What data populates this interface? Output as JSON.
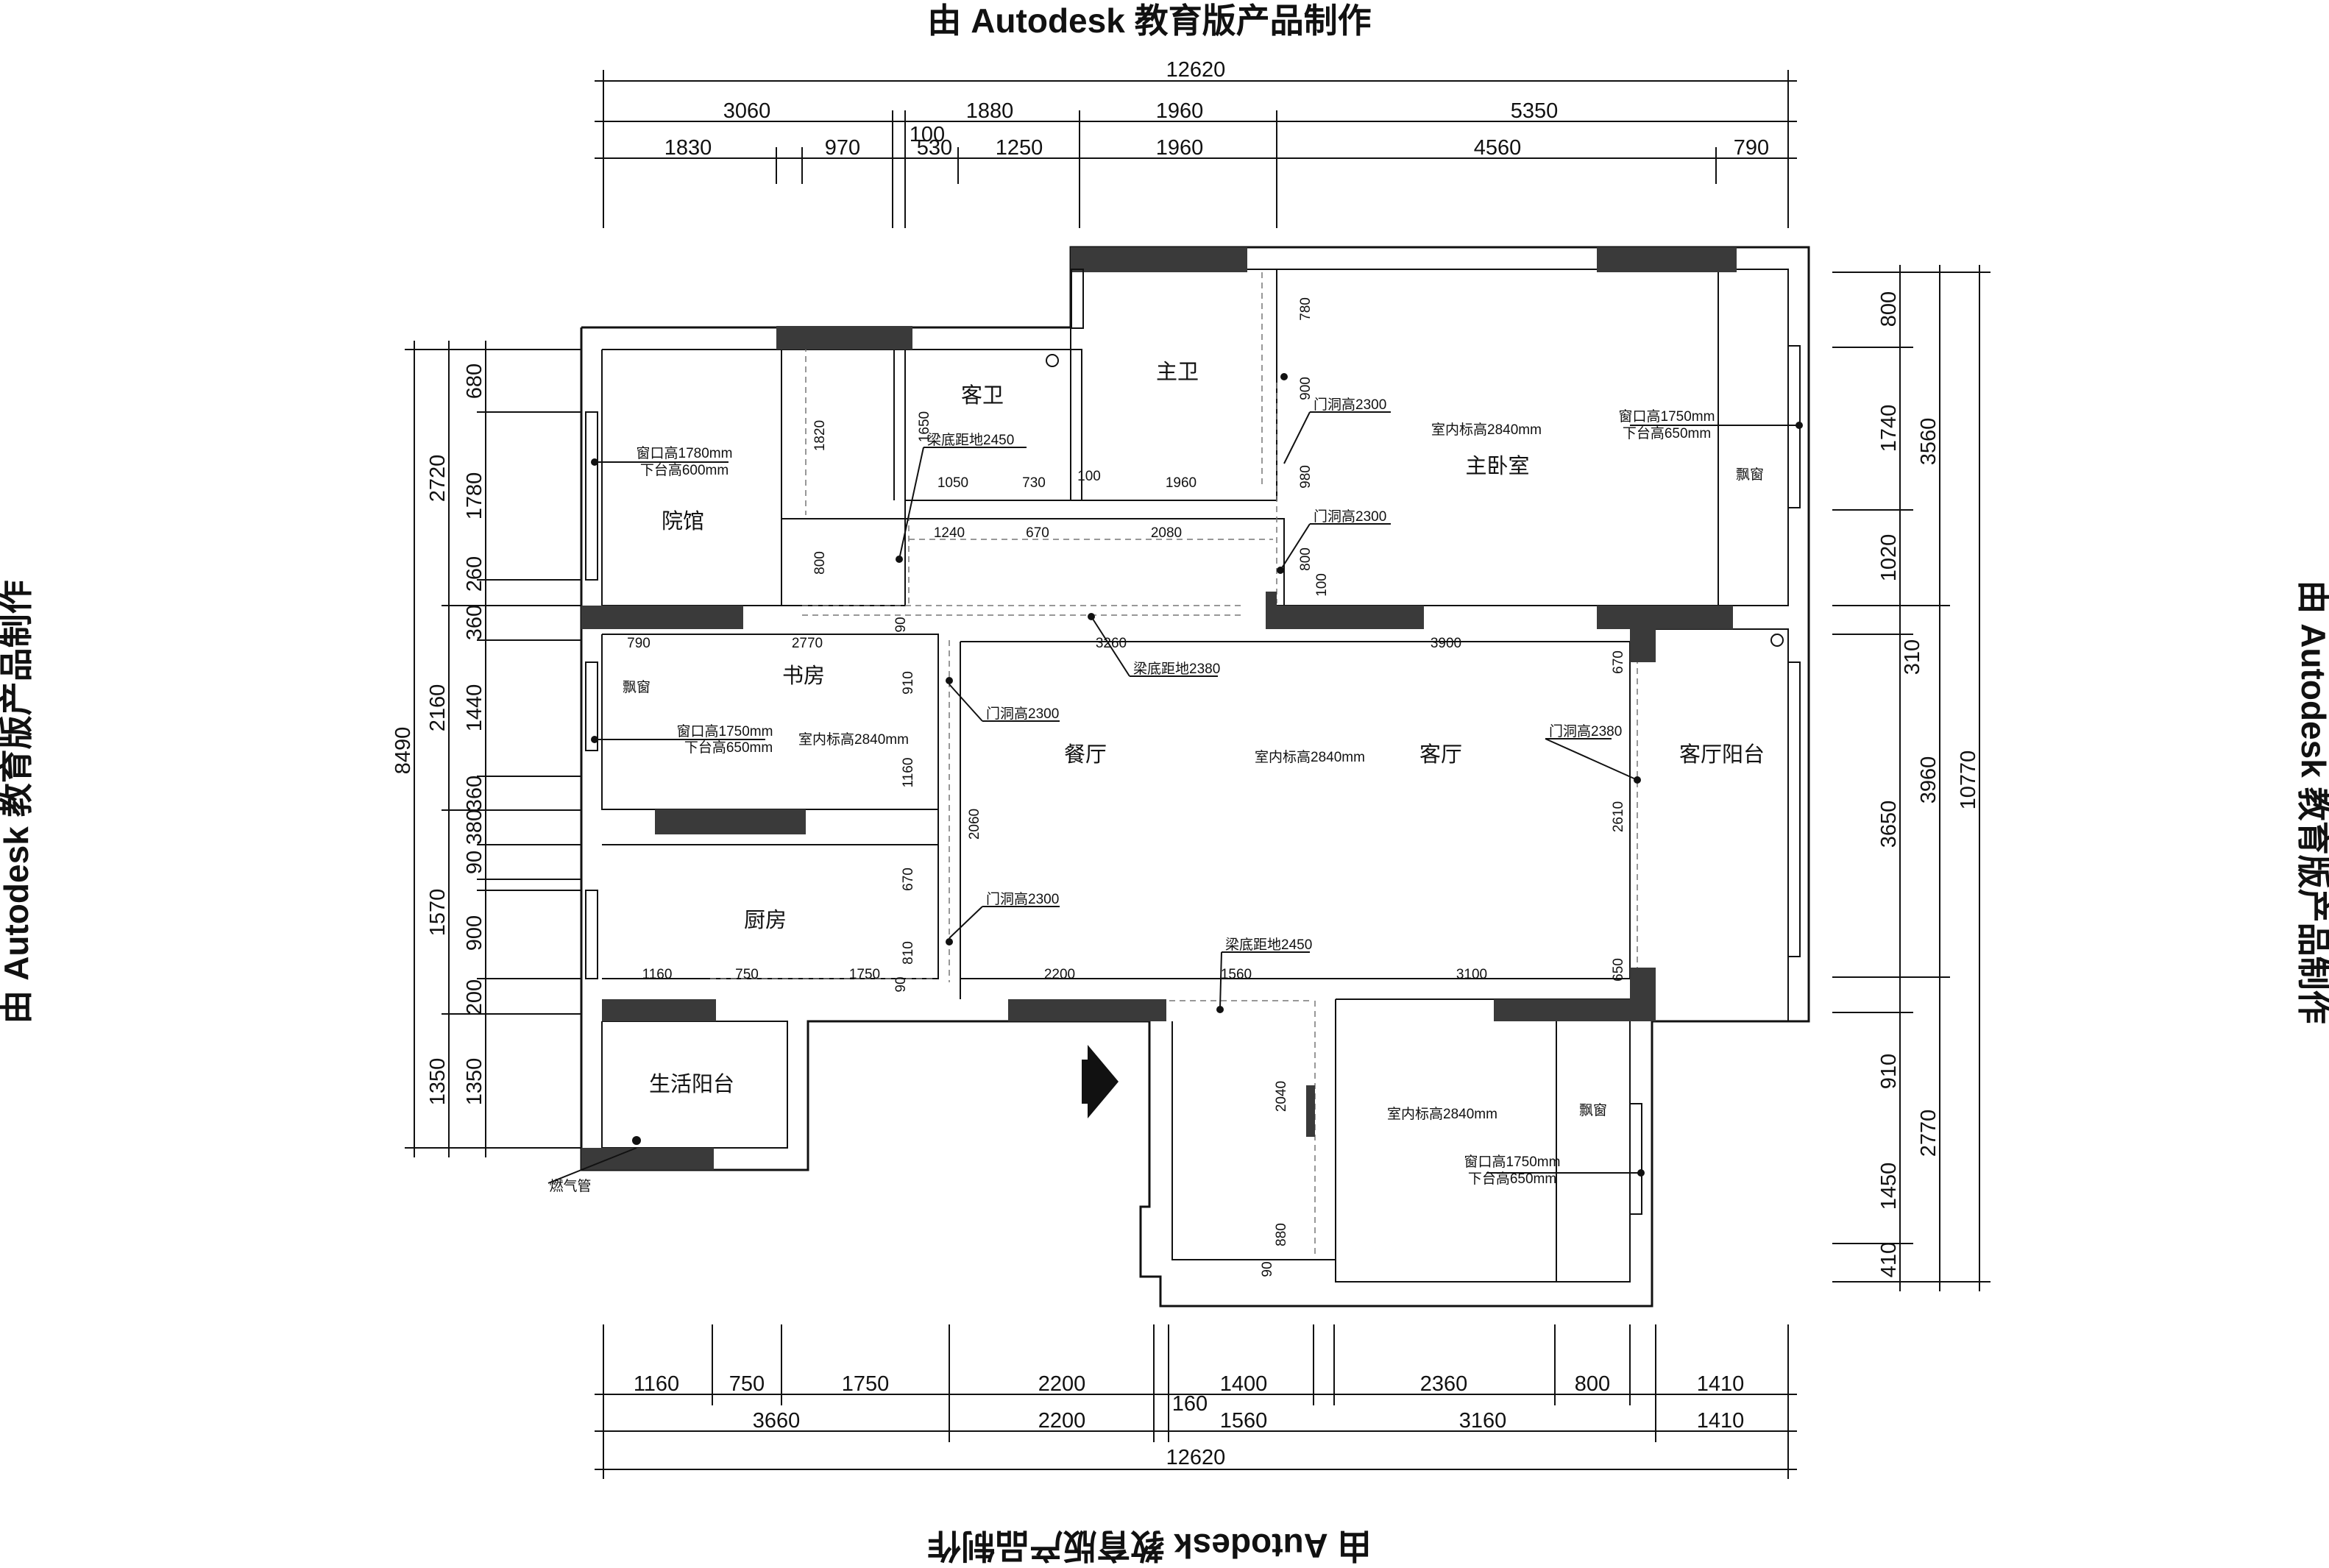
{
  "watermark": "由 Autodesk 教育版产品制作",
  "rooms": {
    "courtyard": "院馆",
    "guest_bath": "客卫",
    "master_bath": "主卫",
    "master_bedroom": "主卧室",
    "bay_window_1": "飘窗",
    "study": "书房",
    "bay_window_2": "飘窗",
    "dining": "餐厅",
    "living": "客厅",
    "living_balcony": "客厅阳台",
    "kitchen": "厨房",
    "utility_balcony": "生活阳台",
    "bay_window_3": "飘窗"
  },
  "notes": {
    "ceiling_master": "室内标高2840mm",
    "ceiling_study": "室内标高2840mm",
    "ceiling_living": "室内标高2840mm",
    "ceiling_bed2": "室内标高2840mm",
    "window_courtyard_1": "窗口高1780mm",
    "window_courtyard_2": "下台高600mm",
    "window_master_1": "窗口高1750mm",
    "window_master_2": "下台高650mm",
    "window_study_1": "窗口高1750mm",
    "window_study_2": "下台高650mm",
    "window_bed2_1": "窗口高1750mm",
    "window_bed2_2": "下台高650mm",
    "door_master_bath": "门洞高2300",
    "door_master_bed": "门洞高2300",
    "door_study": "门洞高2300",
    "door_kitchen": "门洞高2300",
    "door_balcony": "门洞高2380",
    "beam_guest_bath": "梁底距地2450",
    "beam_corridor": "梁底距地2380",
    "beam_entry": "梁底距地2450",
    "gas_pipe": "燃气管"
  },
  "dims": {
    "top_total": "12620",
    "top_a1": "3060",
    "top_a2": "1880",
    "top_a3": "1960",
    "top_a4": "5350",
    "top_b0": "100",
    "top_b1": "1830",
    "top_b2": "970",
    "top_b3": "530",
    "top_b4": "1250",
    "top_b5": "1960",
    "top_b6": "4560",
    "top_b7": "790",
    "bot_total": "12620",
    "bot_a1": "1160",
    "bot_a2": "750",
    "bot_a3": "1750",
    "bot_a4": "2200",
    "bot_a5": "1400",
    "bot_a6": "2360",
    "bot_a7": "800",
    "bot_a8": "1410",
    "bot_b0": "160",
    "bot_b1": "3660",
    "bot_b2": "2200",
    "bot_b3": "1560",
    "bot_b4": "3160",
    "bot_b5": "1410",
    "left_total": "8490",
    "left_a1": "2720",
    "left_a2": "2160",
    "left_a3": "1570",
    "left_a4": "1350",
    "left_b1": "680",
    "left_b2": "1780",
    "left_b3": "260",
    "left_b4": "360",
    "left_b5": "1440",
    "left_b6": "360",
    "left_b7": "380",
    "left_b8": "90",
    "left_b9": "900",
    "left_b10": "200",
    "left_b11": "1350",
    "right_total": "10770",
    "right_a1": "3560",
    "right_a2": "3960",
    "right_a3": "2770",
    "right_b1": "800",
    "right_b2": "1740",
    "right_b3": "1020",
    "right_b4": "310",
    "right_b5": "3650",
    "right_b6": "910",
    "right_b7": "1450",
    "right_b8": "410",
    "in_1820": "1820",
    "in_1650": "1650",
    "in_800": "800",
    "in_1050": "1050",
    "in_730": "730",
    "in_100": "100",
    "in_1960": "1960",
    "in_1240": "1240",
    "in_670": "670",
    "in_2080": "2080",
    "in_780": "780",
    "in_900": "900",
    "in_980": "980",
    "in_800b": "800",
    "in_100b": "100",
    "in_790": "790",
    "in_2770": "2770",
    "in_3260": "3260",
    "in_3900": "3900",
    "in_90a": "90",
    "in_910": "910",
    "in_1160": "1160",
    "in_2060": "2060",
    "in_670a": "670",
    "in_810": "810",
    "in_90b": "90",
    "in_670b": "670",
    "in_2610": "2610",
    "in_650": "650",
    "in_k1160": "1160",
    "in_k750": "750",
    "in_k1750": "1750",
    "in_2200": "2200",
    "in_1560": "1560",
    "in_3100": "3100",
    "in_2040": "2040",
    "in_880": "880",
    "in_90c": "90"
  }
}
